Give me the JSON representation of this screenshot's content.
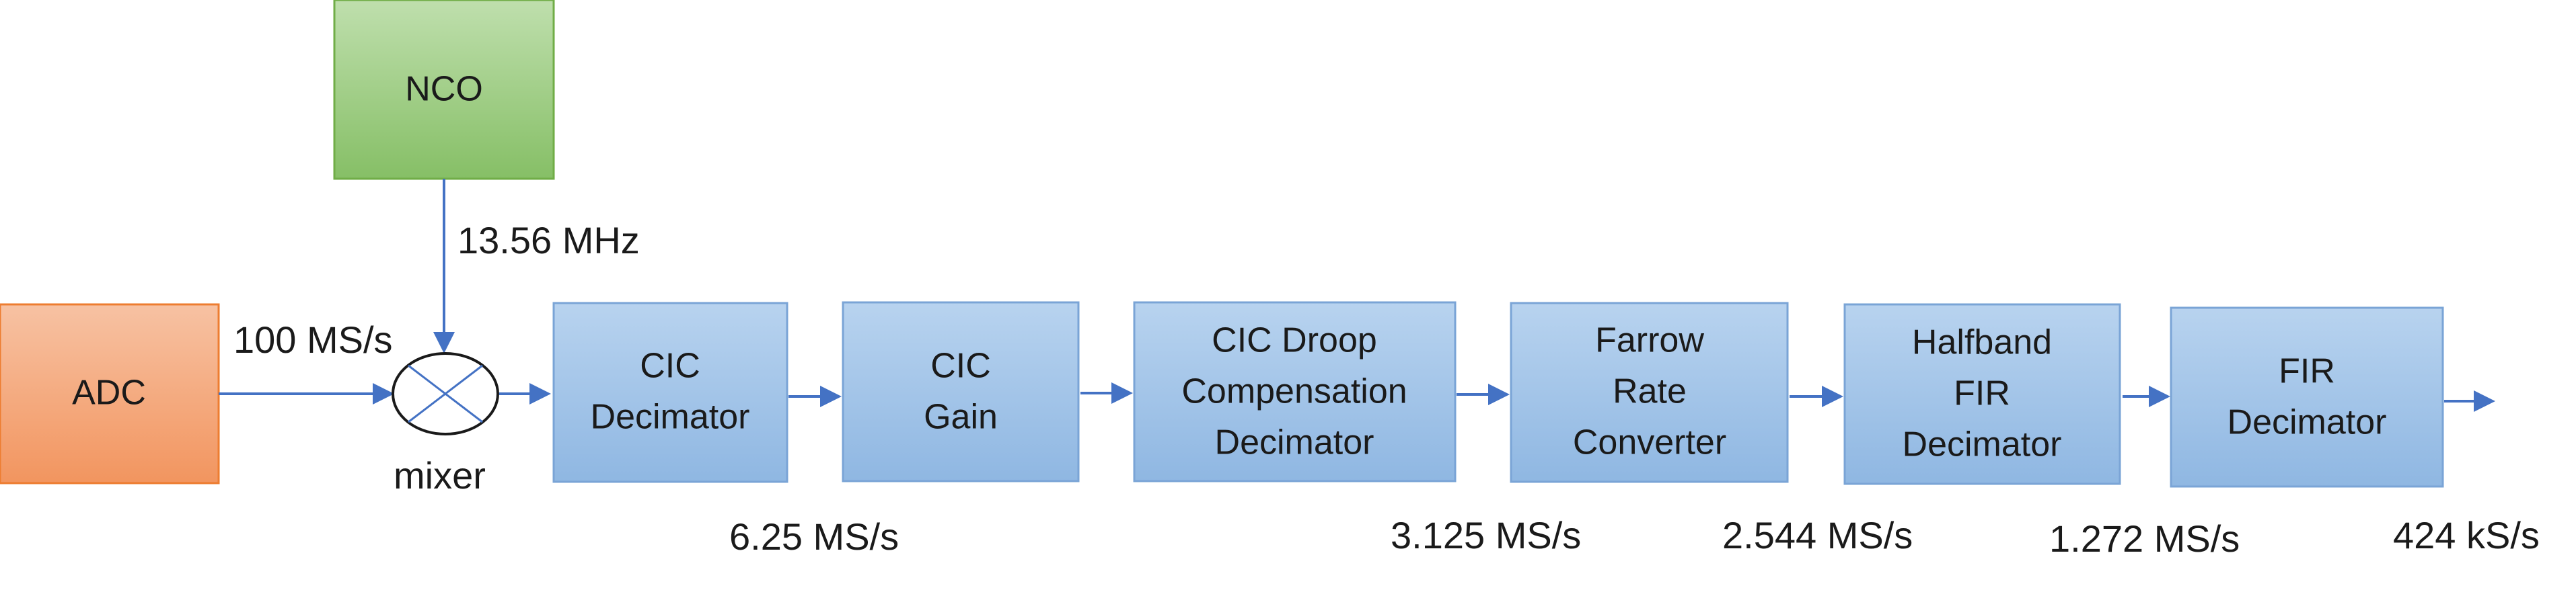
{
  "blocks": {
    "nco": "NCO",
    "adc": "ADC",
    "cic_decimator": [
      "CIC",
      "Decimator"
    ],
    "cic_gain": [
      "CIC",
      "Gain"
    ],
    "cic_droop": [
      "CIC Droop",
      "Compensation",
      "Decimator"
    ],
    "farrow": [
      "Farrow",
      "Rate",
      "Converter"
    ],
    "halfband": [
      "Halfband",
      "FIR",
      "Decimator"
    ],
    "fir": [
      "FIR",
      "Decimator"
    ]
  },
  "mixer_label": "mixer",
  "rates": {
    "nco_freq": "13.56 MHz",
    "adc_rate": "100 MS/s",
    "after_cic": "6.25 MS/s",
    "after_droop": "3.125 MS/s",
    "after_farrow": "2.544 MS/s",
    "after_halfband": "1.272 MS/s",
    "output": "424 kS/s"
  },
  "colors": {
    "adc_fill": "#f4a77d",
    "nco_fill": "#a3cf8a",
    "block_fill": "#9ec3e6",
    "wire": "#4472c4"
  }
}
